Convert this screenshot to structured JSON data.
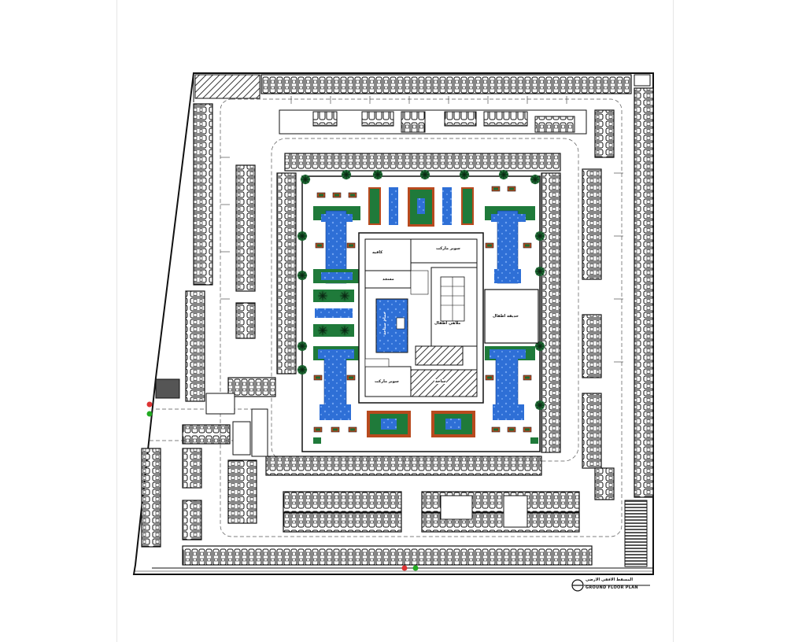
{
  "drawing": {
    "title_en": "GROUND FLOOR PLAN",
    "title_ar": "المسقط الافقي الارضي"
  },
  "rooms": {
    "cafe": "كافيه",
    "super_market_top": "سوبر ماركت",
    "mosque": "مسجد",
    "pool": "حمام سباحة",
    "kids_games": "ملاهي اطفال",
    "kids_garden": "حديقة اطفال",
    "super_market_bottom": "سوبر ماركت",
    "plaza": "ساحة"
  },
  "colors": {
    "wall": "#111111",
    "water": "#2e6fd6",
    "grass": "#1f7a3a",
    "earth": "#b84a1e",
    "plaza_stripe": "#6d6d6d"
  }
}
